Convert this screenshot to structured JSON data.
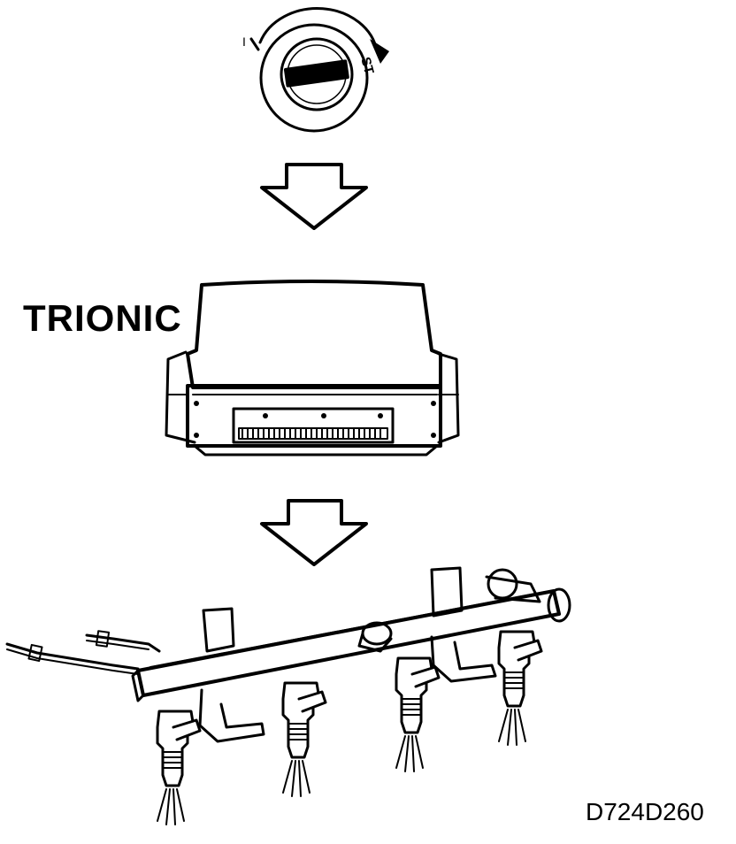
{
  "ignition_switch": {
    "label_left": "I",
    "label_right": "ST"
  },
  "ecu": {
    "label": "TRIONIC"
  },
  "figure_ref": "D724D260",
  "colors": {
    "ink": "#000000",
    "paper": "#ffffff"
  }
}
